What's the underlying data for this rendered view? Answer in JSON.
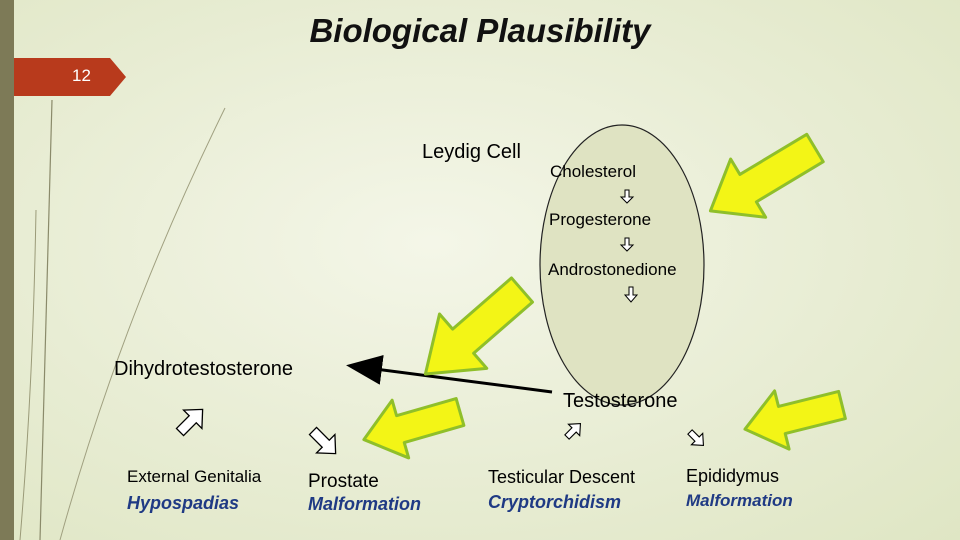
{
  "slide": {
    "title": "Biological Plausibility",
    "number": "12"
  },
  "diagram": {
    "cell_label": "Leydig Cell",
    "pathway": [
      "Cholesterol",
      "Progesterone",
      "Androstonedione"
    ],
    "hub_left": "Dihydrotestosterone",
    "hub_right": "Testosterone",
    "targets": [
      {
        "organ": "External Genitalia",
        "effect": "Hypospadias"
      },
      {
        "organ": "Prostate",
        "effect": "Malformation"
      },
      {
        "organ": "Testicular Descent",
        "effect": "Cryptorchidism"
      },
      {
        "organ": "Epididymus",
        "effect": "Malformation"
      }
    ]
  },
  "colors": {
    "highlight_arrow": "#f3f516",
    "highlight_arrow_stroke": "#8fbf2a",
    "effect_text": "#1f3a84",
    "slide_number_tab": "#b83a1c"
  }
}
